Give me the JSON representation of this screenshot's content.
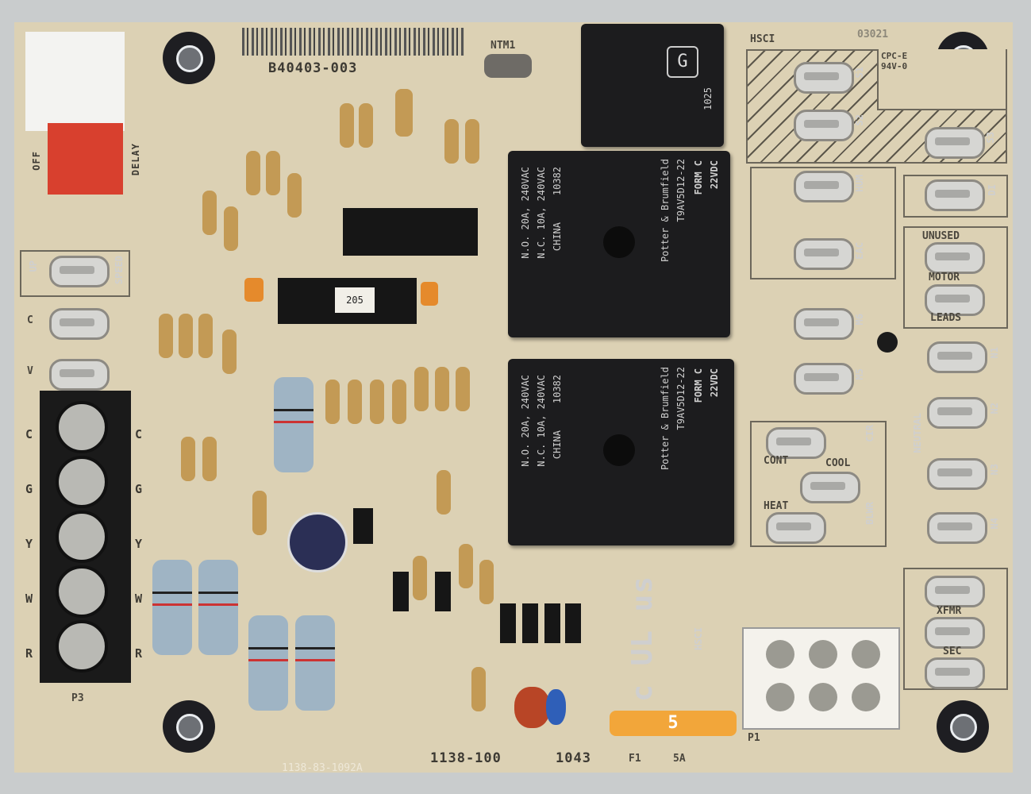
{
  "board": {
    "part_number": "B40403-003",
    "model": "1138-100",
    "date_code": "1043",
    "sub_part": "1138-83-1092A",
    "top_code": "03021",
    "rating": "CPC-E 94V-0",
    "ntc_label": "NTM1",
    "hsci_labels": [
      "HSCI",
      "HSCI"
    ],
    "ul_mark": "c UL us"
  },
  "switch": {
    "label": "DELAY",
    "off_label": "OFF"
  },
  "speed": {
    "label": "SPEED",
    "up": "UP",
    "c": "C",
    "v": "V"
  },
  "terminal_block": {
    "labels": [
      "C",
      "G",
      "Y",
      "W",
      "R"
    ],
    "name": "P3"
  },
  "relays": [
    {
      "brand": "G",
      "code": "1025"
    },
    {
      "voltage": "22VDC",
      "form": "FORM C",
      "model": "T9AV5D12-22",
      "maker": "Potter & Brumfield",
      "rating_no": "N.O. 20A, 240VAC",
      "rating_nc": "N.C. 10A, 240VAC",
      "lot": "10382",
      "origin": "CHINA"
    },
    {
      "voltage": "22VDC",
      "form": "FORM C",
      "model": "T9AV5D12-22",
      "maker": "Potter & Brumfield",
      "rating_no": "N.O. 20A, 240VAC",
      "rating_nc": "N.C. 10A, 240VAC",
      "lot": "10382",
      "origin": "CHINA"
    }
  ],
  "chip_label": "205",
  "connectors": {
    "s1": "S1",
    "s2": "S2",
    "s3": "S3",
    "hum": "HUM",
    "eac": "EAC",
    "di": "DI",
    "unused": "UNUSED",
    "motor": "MOTOR",
    "leads": "LEADS",
    "m6": "M6",
    "m5": "M5",
    "n1": "N1",
    "n2": "N2",
    "n3": "N3",
    "n4": "N4",
    "neutral": "NEUTRAL",
    "cir": "CIR",
    "cont": "CONT",
    "cool": "COOL",
    "heat": "HEAT",
    "blwr": "BLWR",
    "xfmr": "XFMR",
    "sec": "SEC",
    "p1": "P1"
  },
  "fuse": {
    "value": "5",
    "ref": "F1",
    "rating": "5A",
    "color": "#f2a63a"
  }
}
